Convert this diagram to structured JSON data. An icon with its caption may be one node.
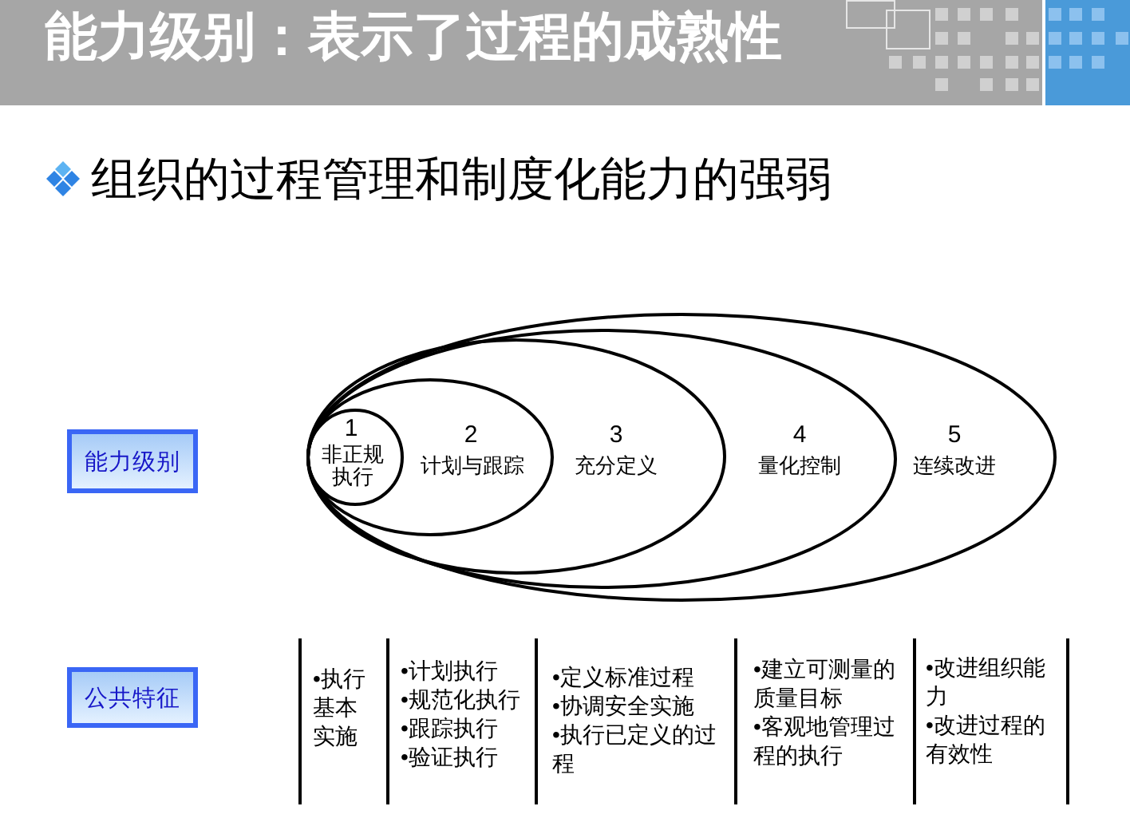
{
  "diagram": {
    "title": "能力级别：表示了过程的成熟性",
    "nodes": [
      {
        "text": [
          "能力级别"
        ]
      },
      {
        "text": [
          "公共特征"
        ]
      },
      {
        "text": [
          "5",
          "连续改进"
        ]
      },
      {
        "text": [
          "4",
          "量化控制"
        ],
        "in": 2
      },
      {
        "text": [
          "3",
          "充分定义"
        ],
        "in": 3
      },
      {
        "text": [
          "2",
          "计划与跟踪"
        ],
        "in": 4
      },
      {
        "text": [
          "1",
          "非正规执行"
        ],
        "in": 5
      }
    ],
    "labels": [
      "组织的过程管理和制度化能力的强弱",
      "•执行基本实施",
      "•计划执行",
      "•规范化执行",
      "•跟踪执行",
      "•验证执行",
      "•定义标准过程",
      "•协调安全实施",
      "•执行已定义的过程",
      "•建立可测量的质量目标",
      "•客观地管理过程的执行",
      "•改进组织能力",
      "•改进过程的有效性"
    ]
  }
}
